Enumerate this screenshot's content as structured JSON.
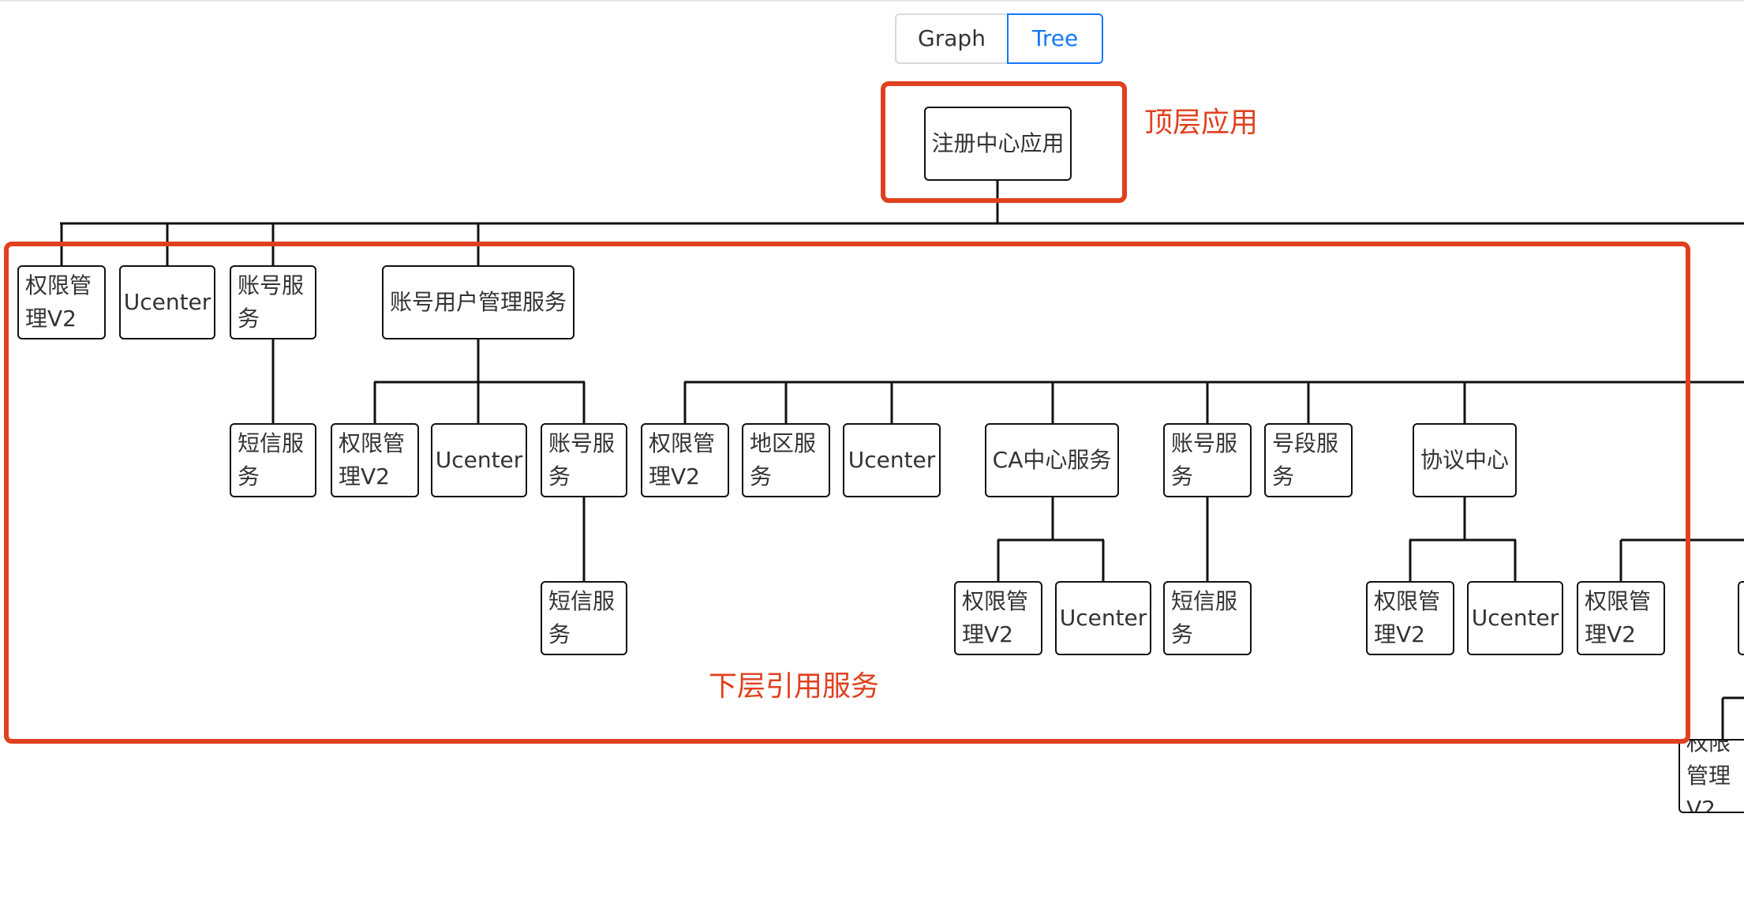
{
  "view_toggle": {
    "options": [
      "Graph",
      "Tree"
    ],
    "selected": "Tree"
  },
  "colors": {
    "annotation": "#e0401e",
    "toggle_active": "#1677ff",
    "node_border": "#111111",
    "edge": "#111111"
  },
  "annotations": {
    "top_label": "顶层应用",
    "bottom_label": "下层引用服务"
  },
  "tree": {
    "root": "注册中心应用",
    "level1": [
      "权限管理V2",
      "Ucenter",
      "账号服务",
      "账号用户管理服务"
    ],
    "level2": [
      "短信服务",
      "权限管理V2",
      "Ucenter",
      "账号服务",
      "权限管理V2",
      "地区服务",
      "Ucenter",
      "CA中心服务",
      "账号服务",
      "号段服务",
      "协议中心"
    ],
    "level3": [
      "短信服务",
      "权限管理V2",
      "Ucenter",
      "短信服务",
      "权限管理V2",
      "Ucenter",
      "权限管理V2"
    ],
    "level4": [
      "权限管理V2"
    ]
  }
}
